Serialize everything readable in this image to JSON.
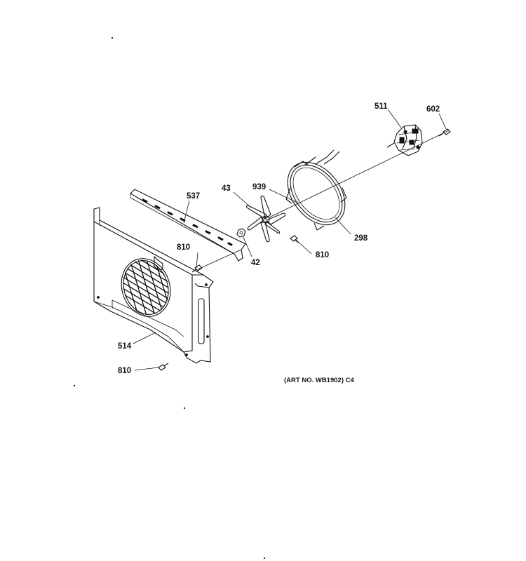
{
  "callouts": {
    "c511": "511",
    "c602": "602",
    "c43": "43",
    "c939": "939",
    "c537": "537",
    "c810a": "810",
    "c810b": "810",
    "c810c": "810",
    "c42": "42",
    "c298": "298",
    "c514": "514"
  },
  "caption": "(ART NO. WB1902) C4"
}
